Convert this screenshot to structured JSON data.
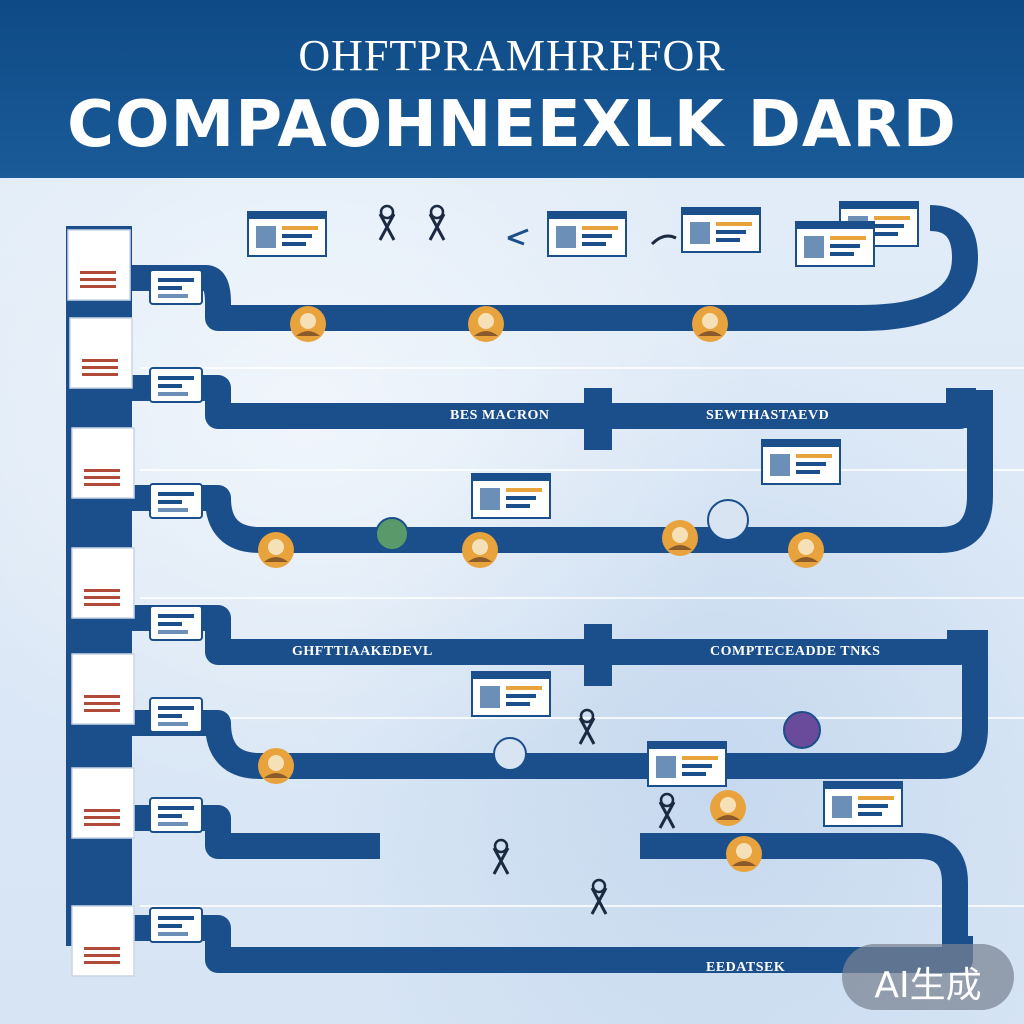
{
  "header": {
    "subtitle": "OHFTPRAMHREFOR",
    "title": "COMPAOHNEEXLK DARD"
  },
  "lanes": [
    {
      "label": "BES MACRON"
    },
    {
      "label": "SEWTHASTAEVD"
    },
    {
      "label": "GHFTTIAAKEDEVL"
    },
    {
      "label": "COMPTECEADDE TNKS"
    },
    {
      "label": "EEDATSEK"
    }
  ],
  "watermark": "AI生成",
  "colors": {
    "header": "#0e4a86",
    "pipe": "#1b4f8c",
    "background": "#dce8f6",
    "accent": "#e8a33d"
  },
  "icons": [
    "document-icon",
    "computer-icon",
    "dashboard-window-icon",
    "wrench-icon",
    "person-icon",
    "bulb-icon"
  ]
}
